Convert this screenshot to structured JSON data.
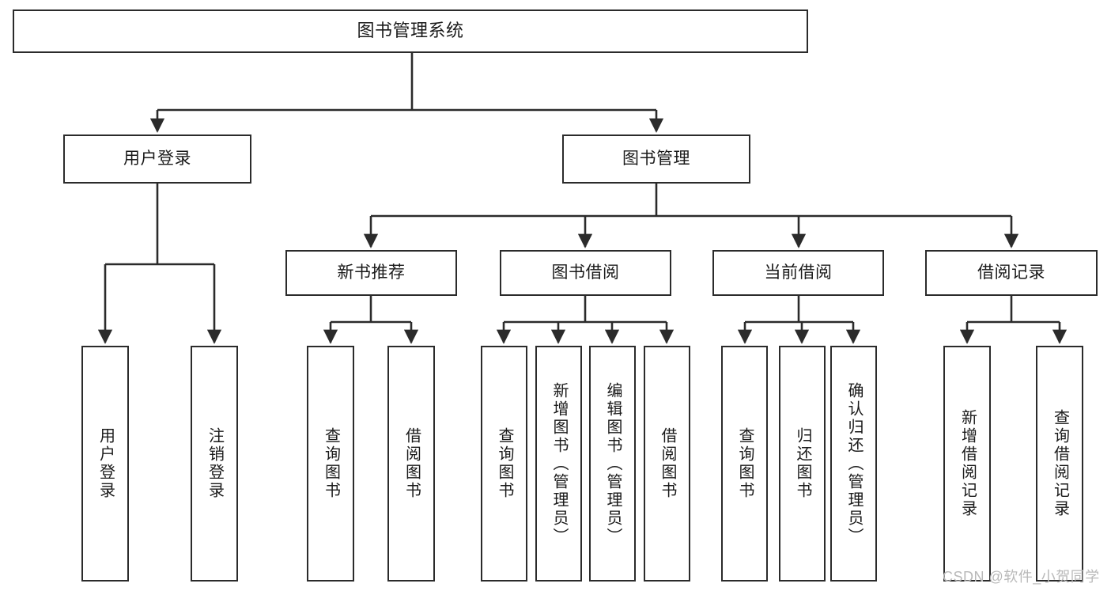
{
  "diagram": {
    "type": "hierarchy-tree",
    "title": "图书管理系统",
    "watermark": "CSDN @软件_小贺同学",
    "colors": {
      "stroke": "#2b2b2b",
      "fill": "#ffffff",
      "text": "#1a1a1a",
      "watermark": "#b9b9b9"
    },
    "nodes": {
      "root": {
        "label": "图书管理系统",
        "level": 1,
        "orientation": "horizontal"
      },
      "user_login": {
        "label": "用户登录",
        "level": 2,
        "orientation": "horizontal"
      },
      "book_manage": {
        "label": "图书管理",
        "level": 2,
        "orientation": "horizontal"
      },
      "new_book_rec": {
        "label": "新书推荐",
        "level": 3,
        "orientation": "horizontal"
      },
      "book_borrow": {
        "label": "图书借阅",
        "level": 3,
        "orientation": "horizontal"
      },
      "current_borrow": {
        "label": "当前借阅",
        "level": 3,
        "orientation": "horizontal"
      },
      "borrow_record": {
        "label": "借阅记录",
        "level": 3,
        "orientation": "horizontal"
      },
      "leaf_user_login": {
        "label": "用户登录",
        "level": 4,
        "orientation": "vertical"
      },
      "leaf_logout": {
        "label": "注销登录",
        "level": 4,
        "orientation": "vertical"
      },
      "leaf_query_book_1": {
        "label": "查询图书",
        "level": 4,
        "orientation": "vertical"
      },
      "leaf_borrow_book_1": {
        "label": "借阅图书",
        "level": 4,
        "orientation": "vertical"
      },
      "leaf_query_book_2": {
        "label": "查询图书",
        "level": 4,
        "orientation": "vertical"
      },
      "leaf_add_book": {
        "label": "新增图书（管理员）",
        "level": 4,
        "orientation": "vertical"
      },
      "leaf_edit_book": {
        "label": "编辑图书（管理员）",
        "level": 4,
        "orientation": "vertical"
      },
      "leaf_borrow_book_2": {
        "label": "借阅图书",
        "level": 4,
        "orientation": "vertical"
      },
      "leaf_query_book_3": {
        "label": "查询图书",
        "level": 4,
        "orientation": "vertical"
      },
      "leaf_return_book": {
        "label": "归还图书",
        "level": 4,
        "orientation": "vertical"
      },
      "leaf_confirm_return": {
        "label": "确认归还（管理员）",
        "level": 4,
        "orientation": "vertical"
      },
      "leaf_add_record": {
        "label": "新增借阅记录",
        "level": 4,
        "orientation": "vertical"
      },
      "leaf_query_record": {
        "label": "查询借阅记录",
        "level": 4,
        "orientation": "vertical"
      }
    },
    "edges": [
      {
        "from": "root",
        "to": "user_login"
      },
      {
        "from": "root",
        "to": "book_manage"
      },
      {
        "from": "user_login",
        "to": "leaf_user_login"
      },
      {
        "from": "user_login",
        "to": "leaf_logout"
      },
      {
        "from": "book_manage",
        "to": "new_book_rec"
      },
      {
        "from": "book_manage",
        "to": "book_borrow"
      },
      {
        "from": "book_manage",
        "to": "current_borrow"
      },
      {
        "from": "book_manage",
        "to": "borrow_record"
      },
      {
        "from": "new_book_rec",
        "to": "leaf_query_book_1"
      },
      {
        "from": "new_book_rec",
        "to": "leaf_borrow_book_1"
      },
      {
        "from": "book_borrow",
        "to": "leaf_query_book_2"
      },
      {
        "from": "book_borrow",
        "to": "leaf_add_book"
      },
      {
        "from": "book_borrow",
        "to": "leaf_edit_book"
      },
      {
        "from": "book_borrow",
        "to": "leaf_borrow_book_2"
      },
      {
        "from": "current_borrow",
        "to": "leaf_query_book_3"
      },
      {
        "from": "current_borrow",
        "to": "leaf_return_book"
      },
      {
        "from": "current_borrow",
        "to": "leaf_confirm_return"
      },
      {
        "from": "borrow_record",
        "to": "leaf_add_record"
      },
      {
        "from": "borrow_record",
        "to": "leaf_query_record"
      }
    ]
  }
}
